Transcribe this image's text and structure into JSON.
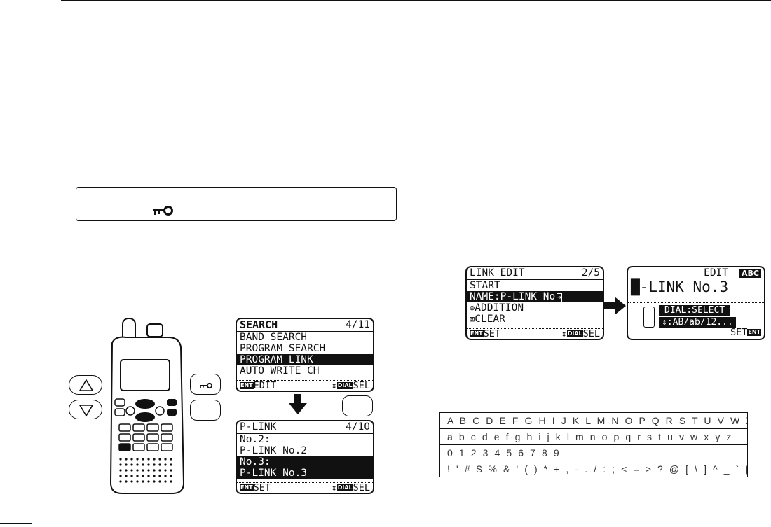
{
  "note_box": {
    "icon": "key-icon"
  },
  "search_screen": {
    "title": "SEARCH",
    "page": "4/11",
    "items": [
      "BAND SEARCH",
      "PROGRAM SEARCH",
      "PROGRAM LINK",
      "AUTO WRITE CH"
    ],
    "selected_index": 2,
    "footer_left_tag": "ENT",
    "footer_left": "EDIT",
    "footer_right_tag": "DIAL",
    "footer_right": "SEL"
  },
  "plink_screen": {
    "title": "P-LINK",
    "page": "4/10",
    "items": [
      "No.2:",
      "P-LINK No.2",
      "No.3:",
      "P-LINK No.3"
    ],
    "footer_left_tag": "ENT",
    "footer_left": "SET",
    "footer_right_tag": "DIAL",
    "footer_right": "SEL"
  },
  "link_edit_screen": {
    "title": "LINK EDIT",
    "page": "2/5",
    "items": [
      "START",
      "NAME:P-LINK No",
      "ADDITION",
      "CLEAR"
    ],
    "footer_left_tag": "ENT",
    "footer_left": "SET",
    "footer_right_tag": "DIAL",
    "footer_right": "SEL"
  },
  "edit_screen": {
    "title": "EDIT",
    "mode_badge": "ABC",
    "name_value": "-LINK No.3",
    "dial_hint": "DIAL:SELECT",
    "updown_hint": ":AB/ab/12...",
    "footer_right": "SET",
    "footer_right_tag": "ENT"
  },
  "char_table": {
    "rows": [
      "A B C D E F G H I J K L M N O P Q R S T U V W X Y Z",
      "a b c d e f g h i j k l m n o p q r s t u v w x y z",
      "0 1 2 3 4 5 6 7 8 9",
      "! ' # $ % & ' ( ) * + , - . / : ; < = > ? @ [ \\ ] ^ _ ` { | } ~"
    ]
  }
}
